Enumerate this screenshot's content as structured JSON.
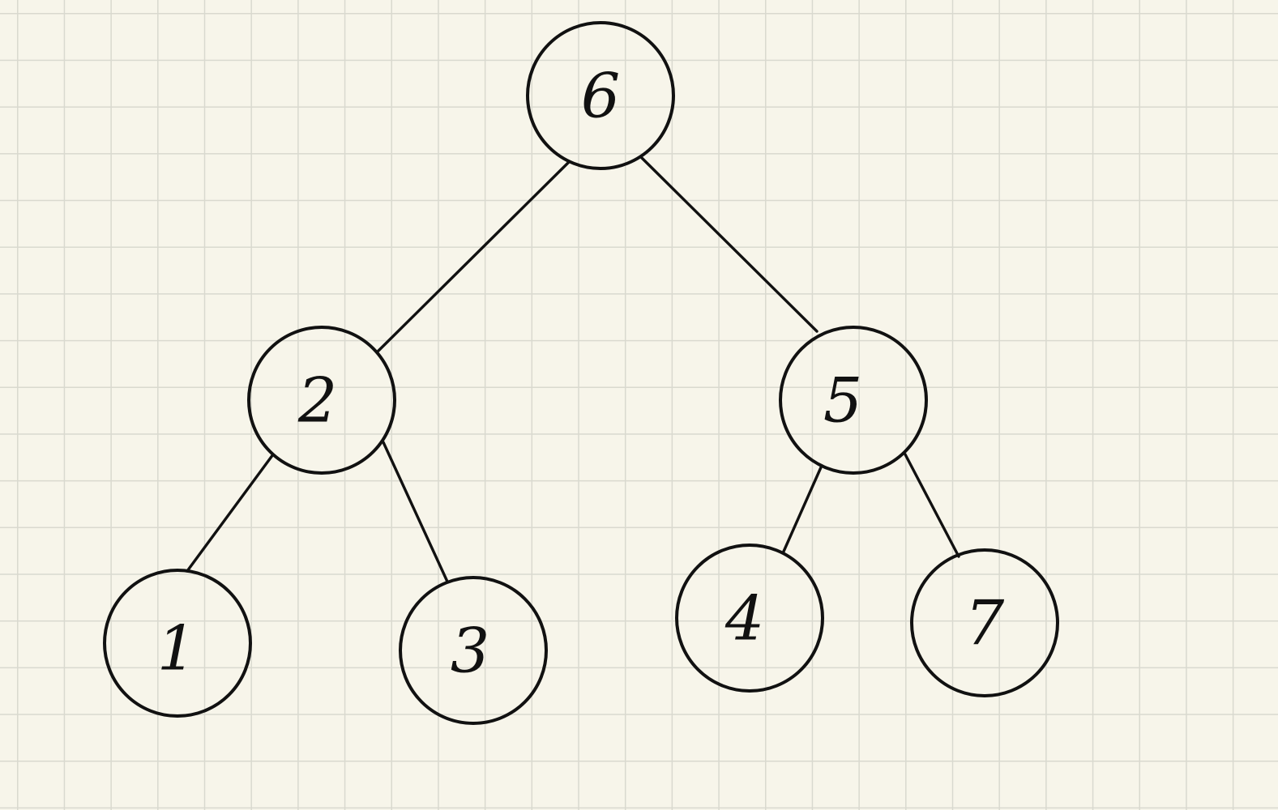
{
  "tree": {
    "nodes": [
      {
        "id": "n6",
        "label": "6"
      },
      {
        "id": "n2",
        "label": "2"
      },
      {
        "id": "n5",
        "label": "5"
      },
      {
        "id": "n1",
        "label": "1"
      },
      {
        "id": "n3",
        "label": "3"
      },
      {
        "id": "n4",
        "label": "4"
      },
      {
        "id": "n7",
        "label": "7"
      }
    ],
    "edges": [
      {
        "from": "n6",
        "to": "n2"
      },
      {
        "from": "n6",
        "to": "n5"
      },
      {
        "from": "n2",
        "to": "n1"
      },
      {
        "from": "n2",
        "to": "n3"
      },
      {
        "from": "n5",
        "to": "n4"
      },
      {
        "from": "n5",
        "to": "n7"
      }
    ]
  },
  "colors": {
    "ink": "#111111",
    "paper": "#f7f5ea",
    "grid": "#d9d9cf"
  }
}
